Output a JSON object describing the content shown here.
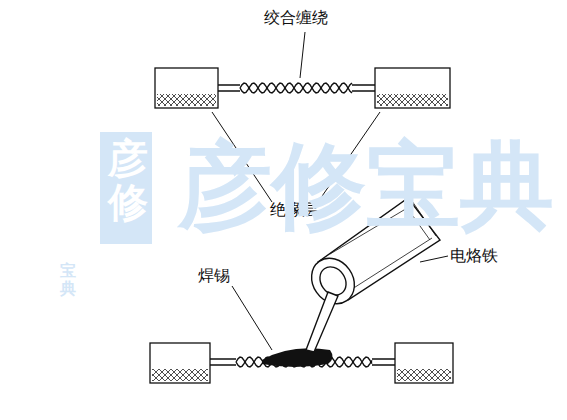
{
  "diagram": {
    "labels": [
      "绞合缠绕",
      "绝缘层",
      "焊锡",
      "电烙铁",
      "彦修",
      "宝典",
      "彦修宝典"
    ]
  }
}
